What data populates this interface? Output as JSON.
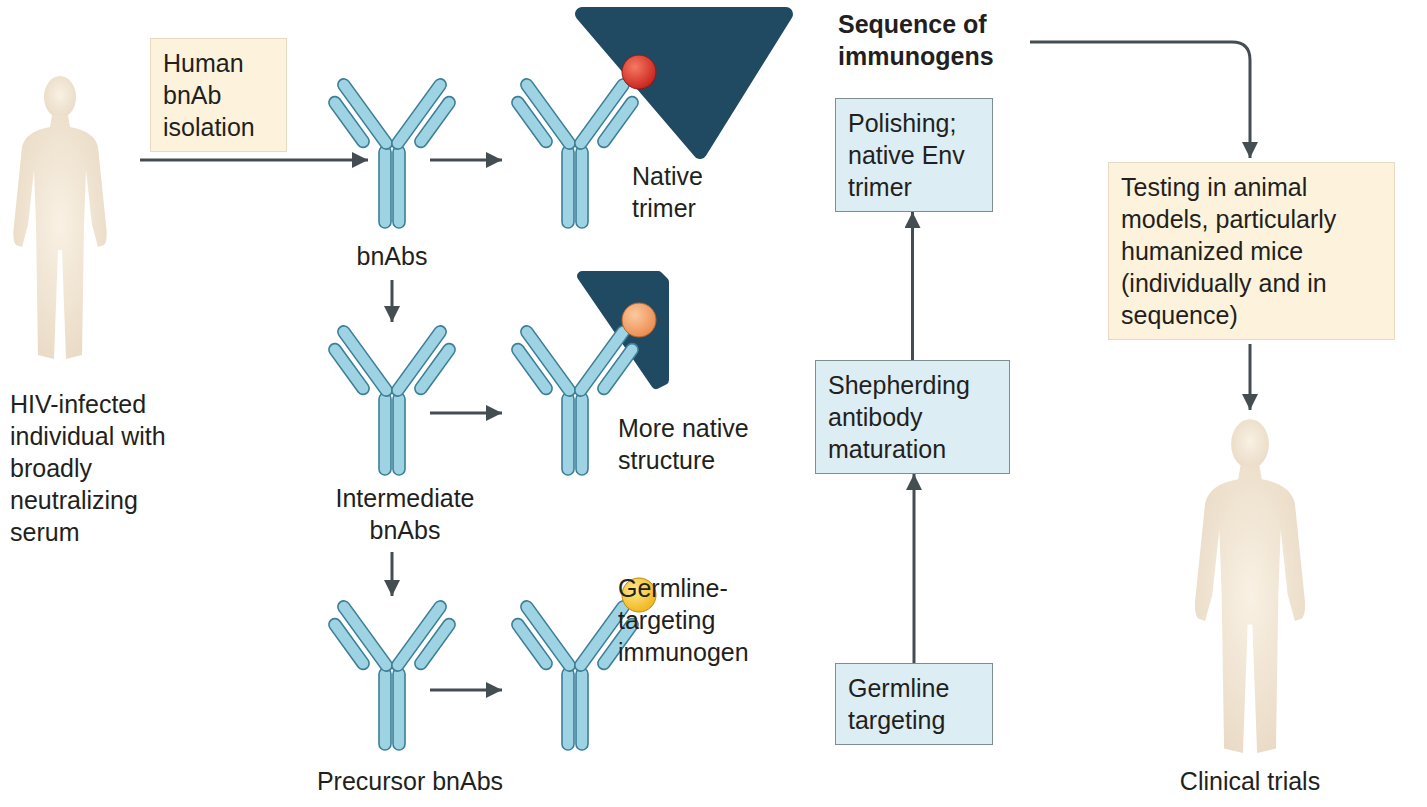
{
  "diagram": {
    "nodes": [
      {
        "text": [
          "Human bnAb isolation"
        ]
      },
      {
        "text": [
          "Polishing; native Env trimer"
        ]
      },
      {
        "text": [
          "Shepherding antibody maturation"
        ]
      },
      {
        "text": [
          "Germline targeting"
        ]
      },
      {
        "text": [
          "Testing in animal models, particularly humanized mice (individually and in sequence)"
        ]
      }
    ],
    "edges": [
      {
        "from": 3,
        "to": 2,
        "arrow": "to"
      },
      {
        "from": 2,
        "to": 1,
        "arrow": "to"
      }
    ],
    "labels": [
      "HIV-infected individual with broadly neutralizing serum",
      "bnAbs",
      "Native trimer",
      "Intermediate bnAbs",
      "More native structure",
      "Precursor bnAbs",
      "Germline-targeting immunogen",
      "Sequence of immunogens",
      "Clinical trials"
    ]
  }
}
